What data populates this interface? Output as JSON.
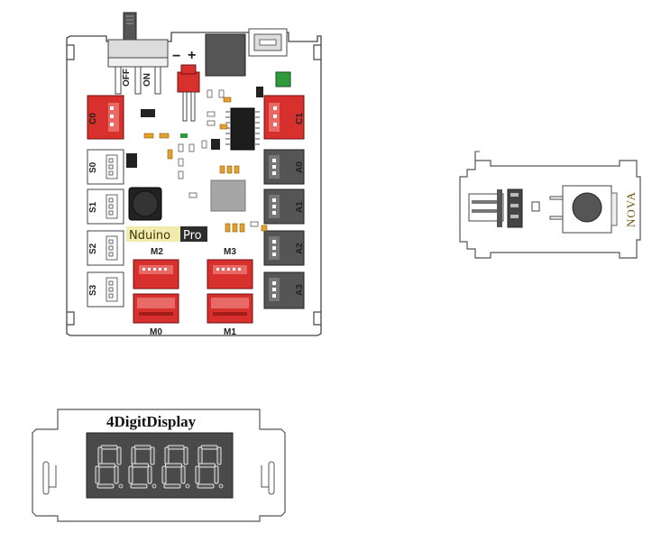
{
  "main_board": {
    "switch_labels": {
      "off": "OFF",
      "on": "ON"
    },
    "polarity": {
      "minus": "−",
      "plus": "+"
    },
    "left_ports": [
      "C0",
      "S0",
      "S1",
      "S2",
      "S3"
    ],
    "right_ports": [
      "C1",
      "A0",
      "A1",
      "A2",
      "A3"
    ],
    "motor_top": [
      "M2",
      "M3"
    ],
    "motor_bottom": [
      "M0",
      "M1"
    ],
    "logo_main": "Nduino",
    "logo_pro": "Pro",
    "colors": {
      "red_connector": "#d8302c",
      "dark_connector": "#555555",
      "chip": "#1d1d1d"
    }
  },
  "sensor_module": {
    "brand": "NOVA"
  },
  "display_module": {
    "title": "4DigitDisplay",
    "digits": 4
  }
}
